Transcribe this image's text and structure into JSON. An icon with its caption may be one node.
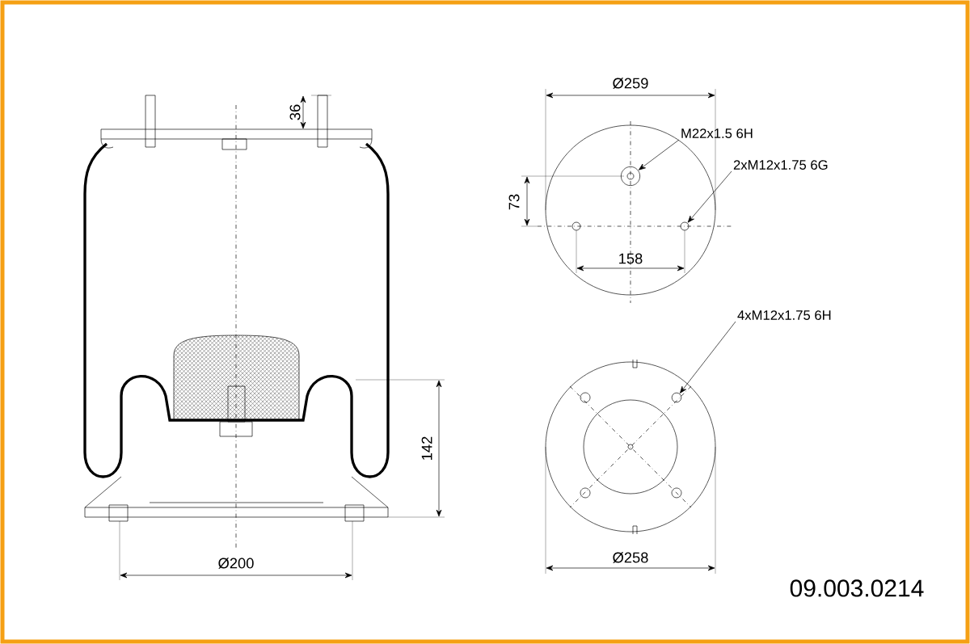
{
  "diagram": {
    "nodes": [
      {
        "text": [
          "M22x1.5 6H"
        ]
      },
      {
        "text": [],
        "shape": "circle"
      },
      {
        "text": [
          "2xM12x1.75 6G"
        ]
      },
      {
        "text": [],
        "shape": "circle"
      },
      {
        "text": [
          "4xM12x1.75 6H"
        ]
      },
      {
        "text": [],
        "shape": "circle"
      }
    ],
    "edges": [
      {
        "from": 0,
        "to": 1,
        "arrow": "to"
      },
      {
        "from": 2,
        "to": 3,
        "arrow": "to"
      },
      {
        "from": 4,
        "to": 5,
        "arrow": "to"
      }
    ],
    "labels": [
      "36",
      "142",
      "Ø200",
      "Ø259",
      "73",
      "158",
      "Ø258",
      "09.003.0214"
    ]
  }
}
